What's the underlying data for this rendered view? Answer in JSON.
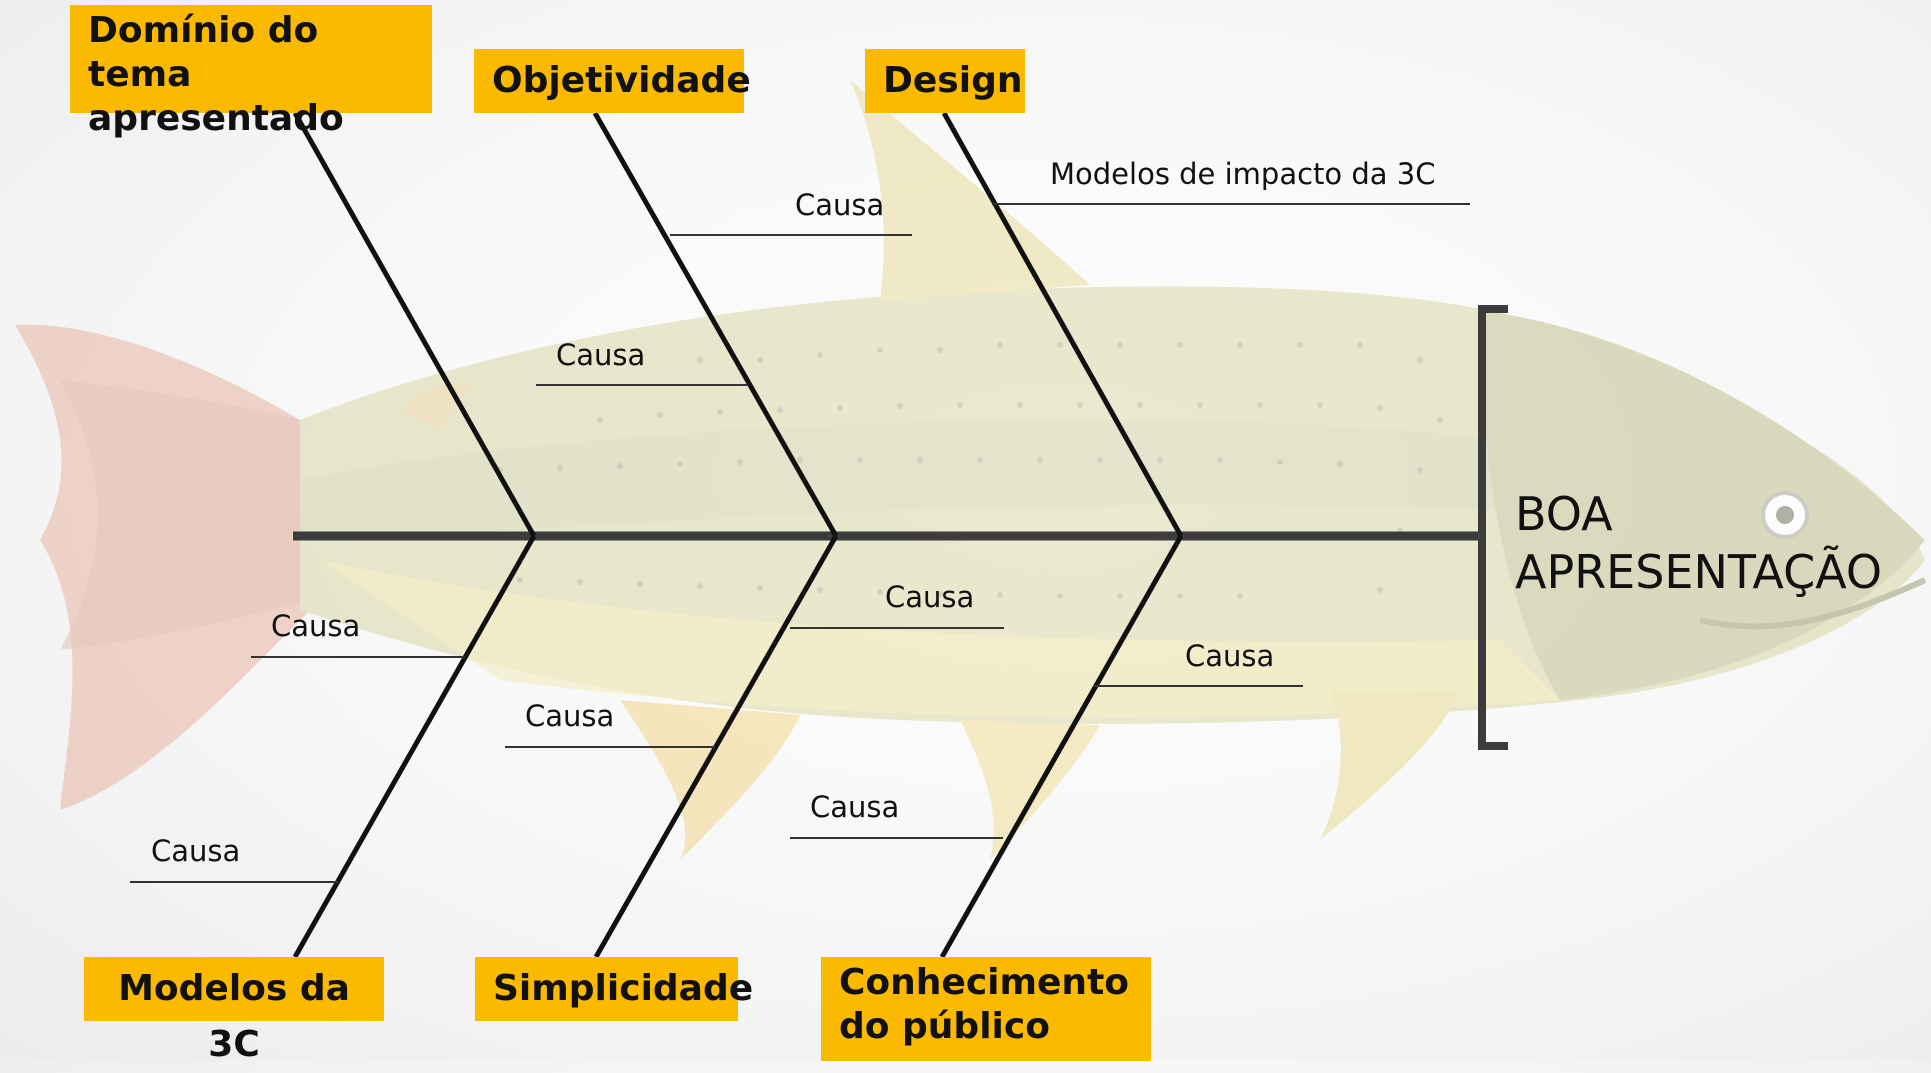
{
  "effect": "BOA\nAPRESENTAÇÃO",
  "categories": {
    "top_1": "Domínio do\ntema apresentado",
    "top_2": "Objetividade",
    "top_3": "Design",
    "bottom_1": "Modelos da 3C",
    "bottom_2": "Simplicidade",
    "bottom_3": "Conhecimento\ndo público"
  },
  "causes": {
    "top_1": [
      "Causa"
    ],
    "top_2": [
      "Causa"
    ],
    "top_3": [
      "Modelos de impacto da 3C"
    ],
    "bottom_1": [
      "Causa",
      "Causa"
    ],
    "bottom_2": [
      "Causa",
      "Causa"
    ],
    "bottom_3": [
      "Causa",
      "Causa"
    ]
  },
  "colors": {
    "box": "#fbb900",
    "spine": "#3c3c3c",
    "bone": "#111111",
    "cause_line": "#333333"
  }
}
